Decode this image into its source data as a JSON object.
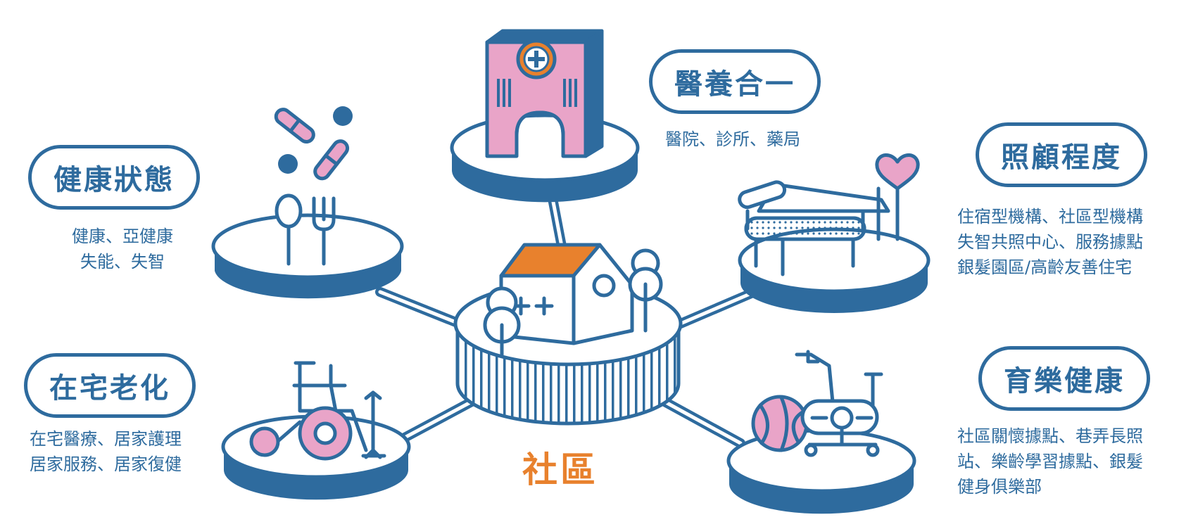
{
  "colors": {
    "primary": "#2e6b9e",
    "accent": "#e8812d",
    "pink": "#e9a4c8",
    "white": "#ffffff"
  },
  "center": {
    "label": "社區",
    "icon": "house-with-trees-icon"
  },
  "nodes": {
    "medical": {
      "title": "醫養合一",
      "desc": [
        "醫院、診所、藥局"
      ],
      "icon": "hospital-icon"
    },
    "health": {
      "title": "健康狀態",
      "desc": [
        "健康、亞健康",
        "失能、失智"
      ],
      "icon": "pills-cutlery-icon"
    },
    "care": {
      "title": "照顧程度",
      "desc": [
        "住宿型機構、社區型機構",
        "失智共照中心、服務據點",
        "銀髮園區/高齡友善住宅"
      ],
      "icon": "bed-heart-icon"
    },
    "home": {
      "title": "在宅老化",
      "desc": [
        "在宅醫療、居家護理",
        "居家服務、居家復健"
      ],
      "icon": "wheelchair-cane-icon"
    },
    "leisure": {
      "title": "育樂健康",
      "desc": [
        "社區關懷據點、巷弄長照",
        "站、樂齡學習據點、銀髮",
        "健身俱樂部"
      ],
      "icon": "exercise-bike-ball-icon"
    }
  }
}
